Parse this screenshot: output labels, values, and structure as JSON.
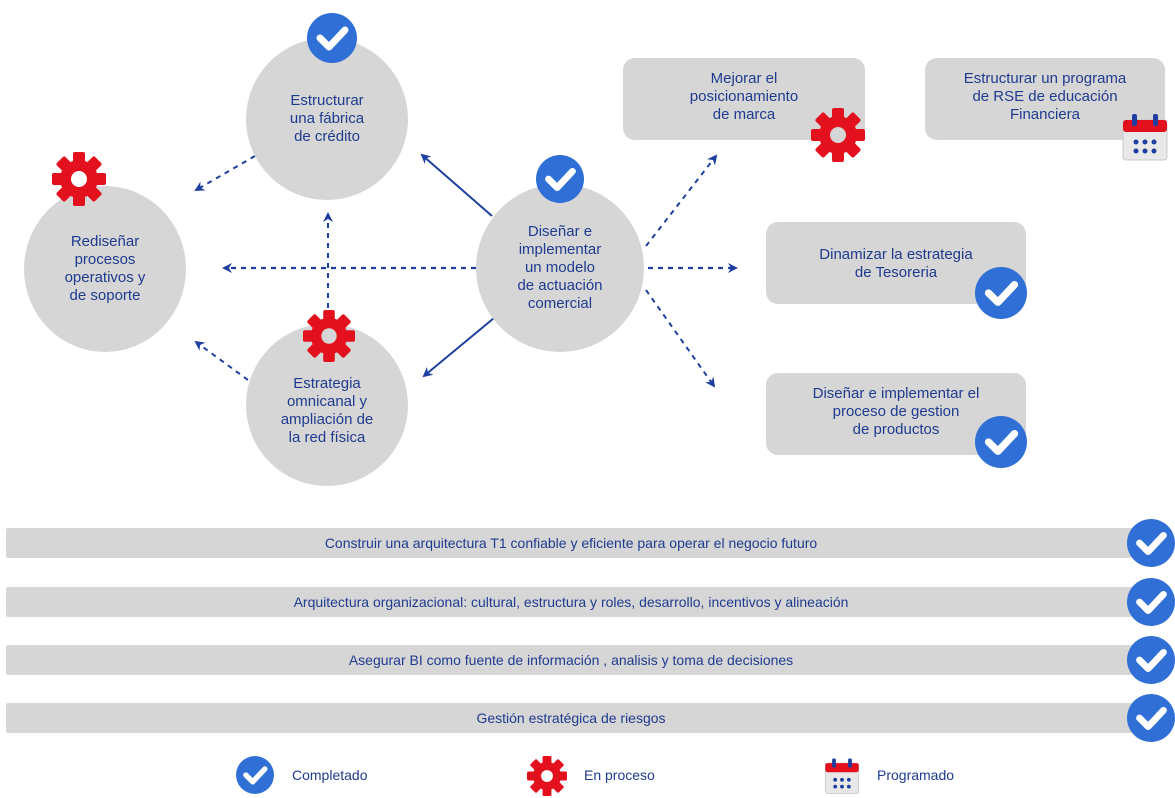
{
  "nodes": {
    "center": [
      "Diseñar e",
      "implementar",
      "un modelo",
      "de actuación",
      "comercial"
    ],
    "fabrica": [
      "Estructurar",
      "una fábrica",
      "de crédito"
    ],
    "redisenar": [
      "Rediseñar",
      "procesos",
      "operativos y",
      "de soporte"
    ],
    "omnicanal": [
      "Estrategia",
      "omnicanal y",
      "ampliación de",
      "la red física"
    ]
  },
  "boxes": {
    "posicionamiento": [
      "Mejorar el",
      "posicionamiento",
      "de marca"
    ],
    "rse": [
      "Estructurar un programa",
      "de RSE de educación",
      "Financiera"
    ],
    "tesoreria": [
      "Dinamizar la estrategia",
      "de Tesoreria"
    ],
    "productos": [
      "Diseñar e implementar el",
      "proceso de  gestion",
      "de productos"
    ]
  },
  "bars": [
    "Construir una arquitectura T1 confiable y eficiente para operar el negocio futuro",
    "Arquitectura organizacional: cultural, estructura y roles, desarrollo, incentivos y alineación",
    "Asegurar BI como fuente de información , analisis y toma de decisiones",
    "Gestión  estratégica de riesgos"
  ],
  "legend": {
    "completed": "Completado",
    "in_process": "En proceso",
    "scheduled": "Programado"
  },
  "status": {
    "center": "completed",
    "fabrica": "completed",
    "redisenar": "in_process",
    "omnicanal": "in_process",
    "posicionamiento": "in_process",
    "rse": "scheduled",
    "tesoreria": "completed",
    "productos": "completed",
    "bars": [
      "completed",
      "completed",
      "completed",
      "completed"
    ]
  },
  "colors": {
    "node_fill": "#d6d6d6",
    "text": "#1f3b8f",
    "arrow": "#1f3fa0",
    "check": "#2f6fd6",
    "gear": "#e3101e"
  }
}
